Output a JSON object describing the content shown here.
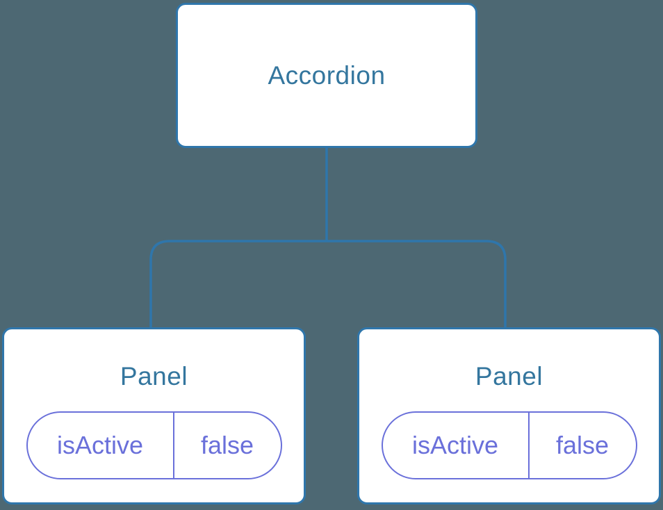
{
  "colors": {
    "background": "#4d6873",
    "node_fill": "#ffffff",
    "node_border": "#2f76ab",
    "node_title": "#34769e",
    "state_accent": "#6a70da"
  },
  "diagram": {
    "root": {
      "label": "Accordion"
    },
    "panels": [
      {
        "label": "Panel",
        "state": {
          "name": "isActive",
          "value": "false"
        }
      },
      {
        "label": "Panel",
        "state": {
          "name": "isActive",
          "value": "false"
        }
      }
    ]
  }
}
